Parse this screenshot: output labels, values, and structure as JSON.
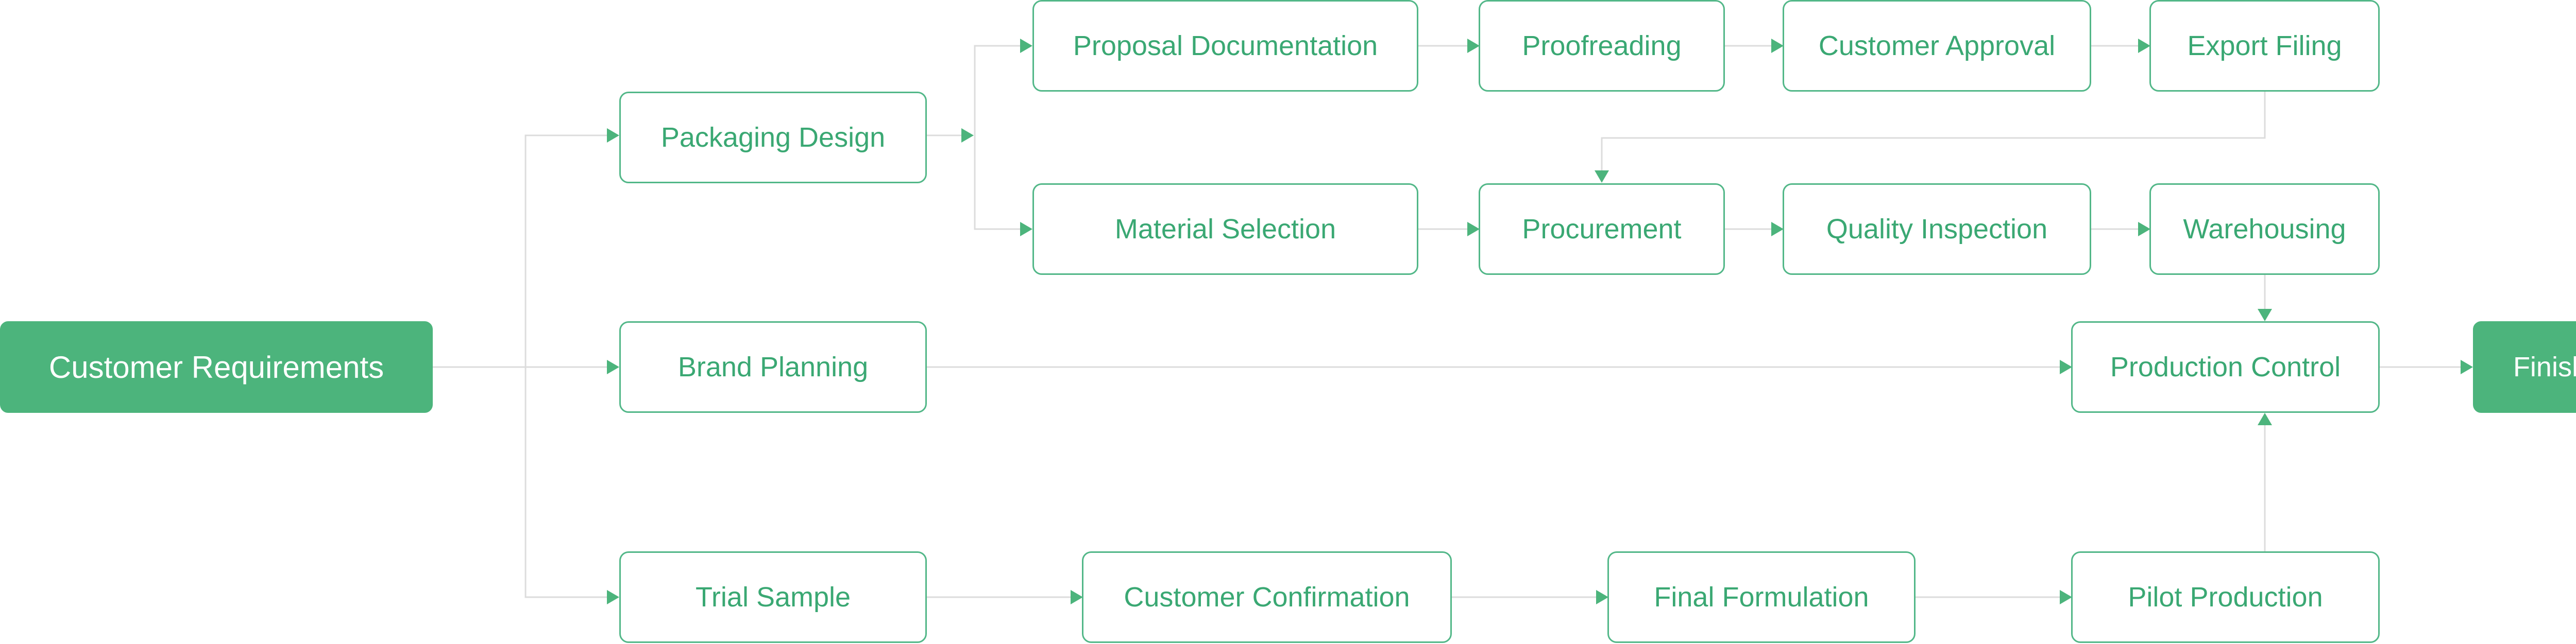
{
  "colors": {
    "accent": "#4cb47c",
    "connector": "#dcdcdc",
    "background": "#ffffff"
  },
  "nodes": {
    "customer_requirements": "Customer Requirements",
    "packaging_design": "Packaging Design",
    "brand_planning": "Brand Planning",
    "trial_sample": "Trial Sample",
    "proposal_documentation": "Proposal Documentation",
    "proofreading": "Proofreading",
    "customer_approval": "Customer Approval",
    "export_filing": "Export Filing",
    "material_selection": "Material Selection",
    "procurement": "Procurement",
    "quality_inspection": "Quality Inspection",
    "warehousing": "Warehousing",
    "production_control": "Production Control",
    "finished": "Finished",
    "customer_confirmation": "Customer Confirmation",
    "final_formulation": "Final Formulation",
    "pilot_production": "Pilot Production"
  }
}
